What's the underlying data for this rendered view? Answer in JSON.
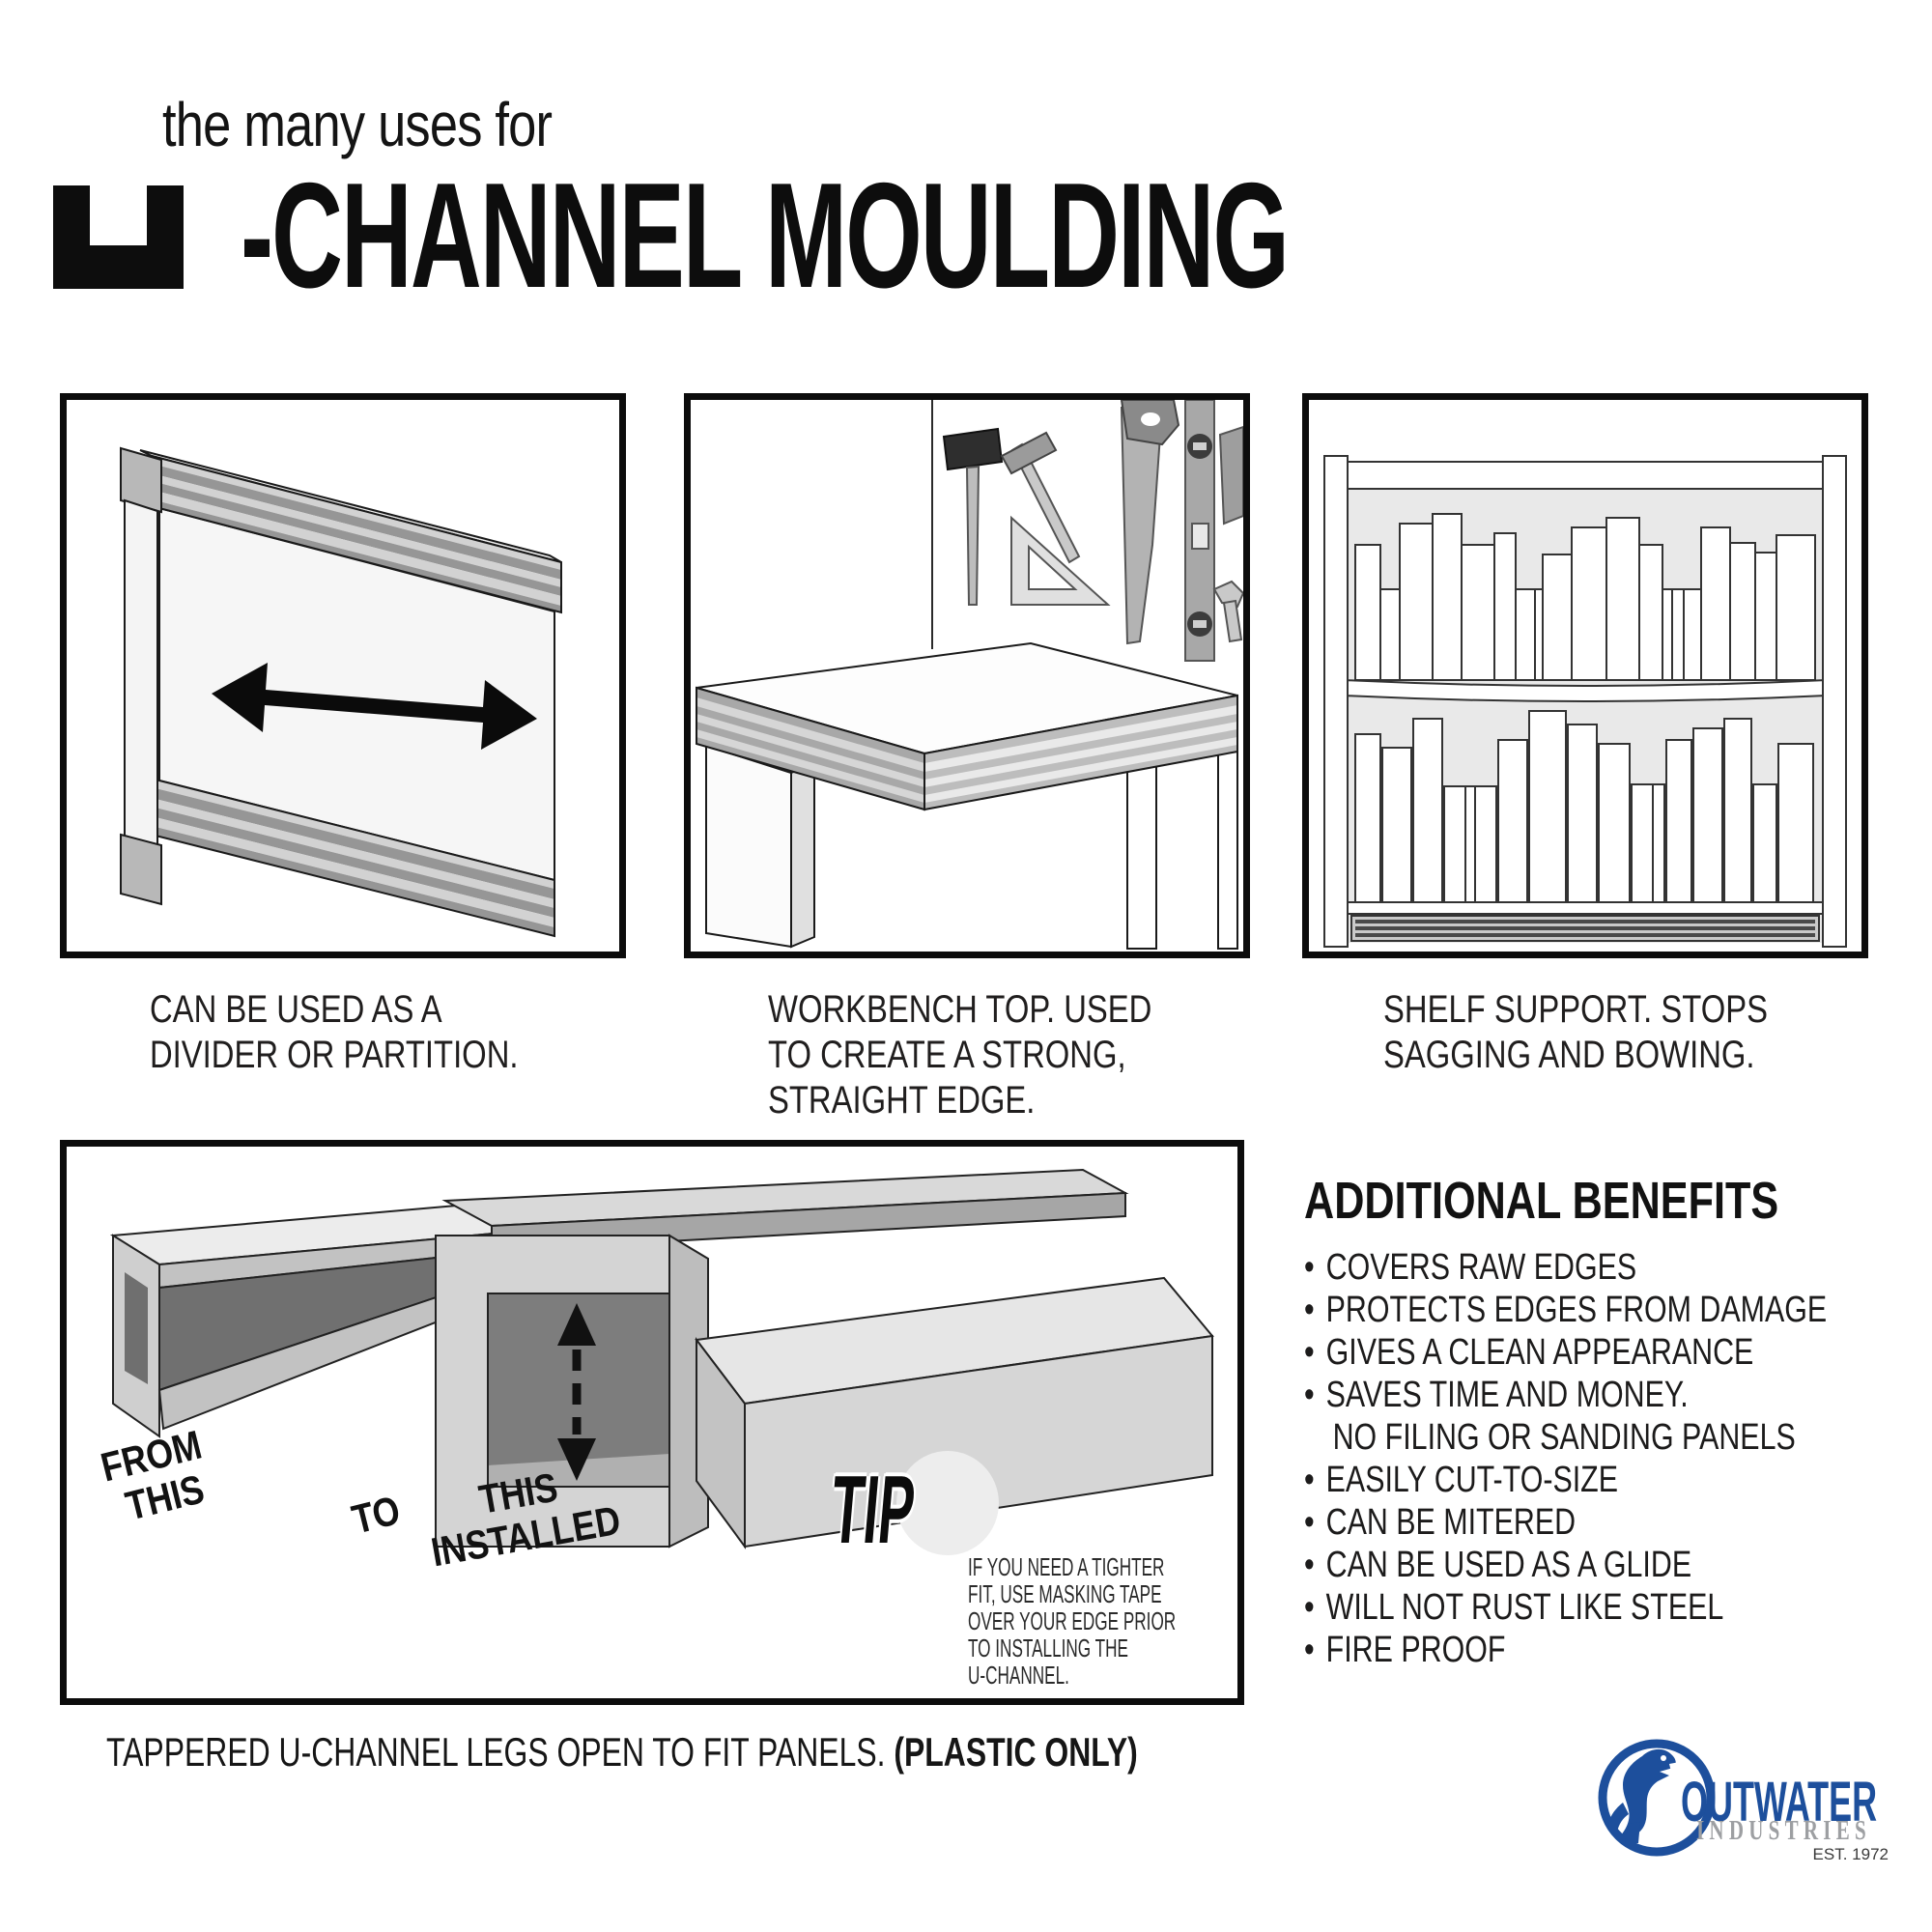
{
  "colors": {
    "ink": "#1a1a1a",
    "brand_blue": "#1d4f9c",
    "logo_gray": "#9d9fa2"
  },
  "title": {
    "eyebrow": "the many uses for",
    "main": "U-CHANNEL MOULDING",
    "main_after_u": "-CHANNEL MOULDING"
  },
  "panels": [
    {
      "name": "divider",
      "caption_lines": [
        "CAN BE USED AS A",
        "DIVIDER OR PARTITION."
      ]
    },
    {
      "name": "workbench",
      "caption_lines": [
        "WORKBENCH TOP. USED",
        "TO CREATE A STRONG,",
        "STRAIGHT EDGE."
      ]
    },
    {
      "name": "shelf",
      "caption_lines": [
        "SHELF SUPPORT. STOPS",
        "SAGGING AND BOWING."
      ]
    }
  ],
  "installation": {
    "labels": {
      "from_line1": "FROM",
      "from_line2": "THIS",
      "to": "TO",
      "installed_line1": "THIS",
      "installed_line2": "INSTALLED"
    },
    "tip": {
      "title": "TIP",
      "note_lines": [
        "IF YOU NEED A TIGHTER",
        "FIT, USE MASKING TAPE",
        "OVER YOUR EDGE PRIOR",
        "TO INSTALLING THE",
        "U-CHANNEL."
      ]
    },
    "caption_normal": "TAPPERED U-CHANNEL LEGS OPEN TO FIT PANELS. ",
    "caption_bold": "(PLASTIC ONLY)"
  },
  "benefits": {
    "heading": "ADDITIONAL BENEFITS",
    "items": [
      {
        "text": "COVERS RAW EDGES",
        "bullet": true
      },
      {
        "text": "PROTECTS EDGES FROM DAMAGE",
        "bullet": true
      },
      {
        "text": "GIVES A CLEAN APPEARANCE",
        "bullet": true
      },
      {
        "text": "SAVES TIME AND MONEY.",
        "bullet": true
      },
      {
        "text": "NO FILING OR SANDING PANELS",
        "bullet": false
      },
      {
        "text": "EASILY CUT-TO-SIZE",
        "bullet": true
      },
      {
        "text": "CAN BE MITERED",
        "bullet": true
      },
      {
        "text": "CAN BE USED AS A GLIDE",
        "bullet": true
      },
      {
        "text": "WILL NOT RUST LIKE STEEL",
        "bullet": true
      },
      {
        "text": "FIRE PROOF",
        "bullet": true
      }
    ]
  },
  "logo": {
    "name": "OUTWATER",
    "division": "INDUSTRIES",
    "established": "EST. 1972"
  }
}
